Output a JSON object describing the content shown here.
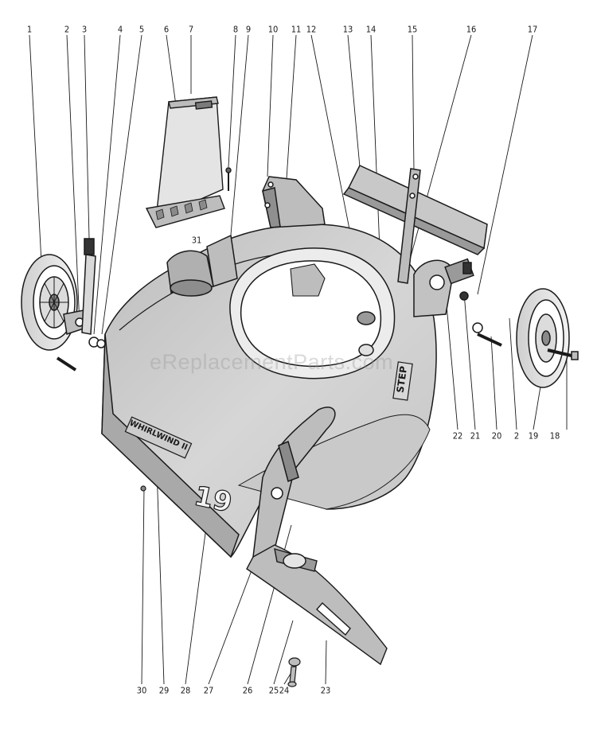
{
  "diagram": {
    "callouts": [
      "1",
      "2",
      "3",
      "4",
      "5",
      "6",
      "7",
      "8",
      "9",
      "10",
      "11",
      "12",
      "13",
      "14",
      "15",
      "16",
      "17",
      "2",
      "19",
      "18",
      "20",
      "21",
      "22",
      "30",
      "29",
      "28",
      "27",
      "26",
      "25",
      "24",
      "23",
      "31"
    ],
    "model_badge": "WHIRLWIND II",
    "deck_number": "19",
    "rear_badge": "STEP",
    "watermark": "eReplacementParts.com",
    "colors": {
      "ink": "#1a1a1a",
      "deck": "#d2d2d2",
      "deck_dark": "#a8a8a8",
      "paper": "#ffffff"
    }
  }
}
